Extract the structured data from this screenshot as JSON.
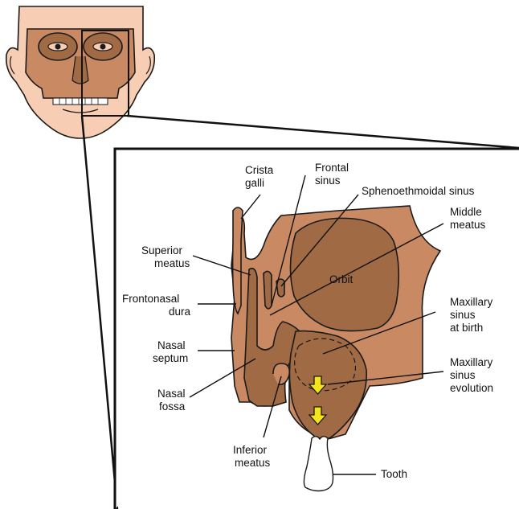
{
  "colors": {
    "skin": "#f7cdb3",
    "bone": "#c98a63",
    "dark_cavity": "#a06a45",
    "arrow": "#f4e51a",
    "tooth": "#ffffff",
    "ink": "#111111"
  },
  "icons": {
    "face": "face-icon",
    "tooth": "tooth-icon",
    "arrows": "down-arrow-icon"
  },
  "labels": {
    "crista_galli": [
      "Crista",
      "galli"
    ],
    "frontal_sinus": [
      "Frontal",
      "sinus"
    ],
    "sphenoethmoidal_sinus": [
      "Sphenoethmoidal sinus"
    ],
    "middle_meatus": [
      "Middle",
      "meatus"
    ],
    "superior_meatus": [
      "Superior",
      "meatus"
    ],
    "orbit": [
      "Orbit"
    ],
    "frontonasal_dura": [
      "Frontonasal",
      "dura"
    ],
    "maxillary_sinus_birth": [
      "Maxillary",
      "sinus",
      "at birth"
    ],
    "nasal_septum": [
      "Nasal",
      "septum"
    ],
    "maxillary_sinus_evolution": [
      "Maxillary",
      "sinus",
      "evolution"
    ],
    "nasal_fossa": [
      "Nasal",
      "fossa"
    ],
    "inferior_meatus": [
      "Inferior",
      "meatus"
    ],
    "tooth": [
      "Tooth"
    ]
  }
}
